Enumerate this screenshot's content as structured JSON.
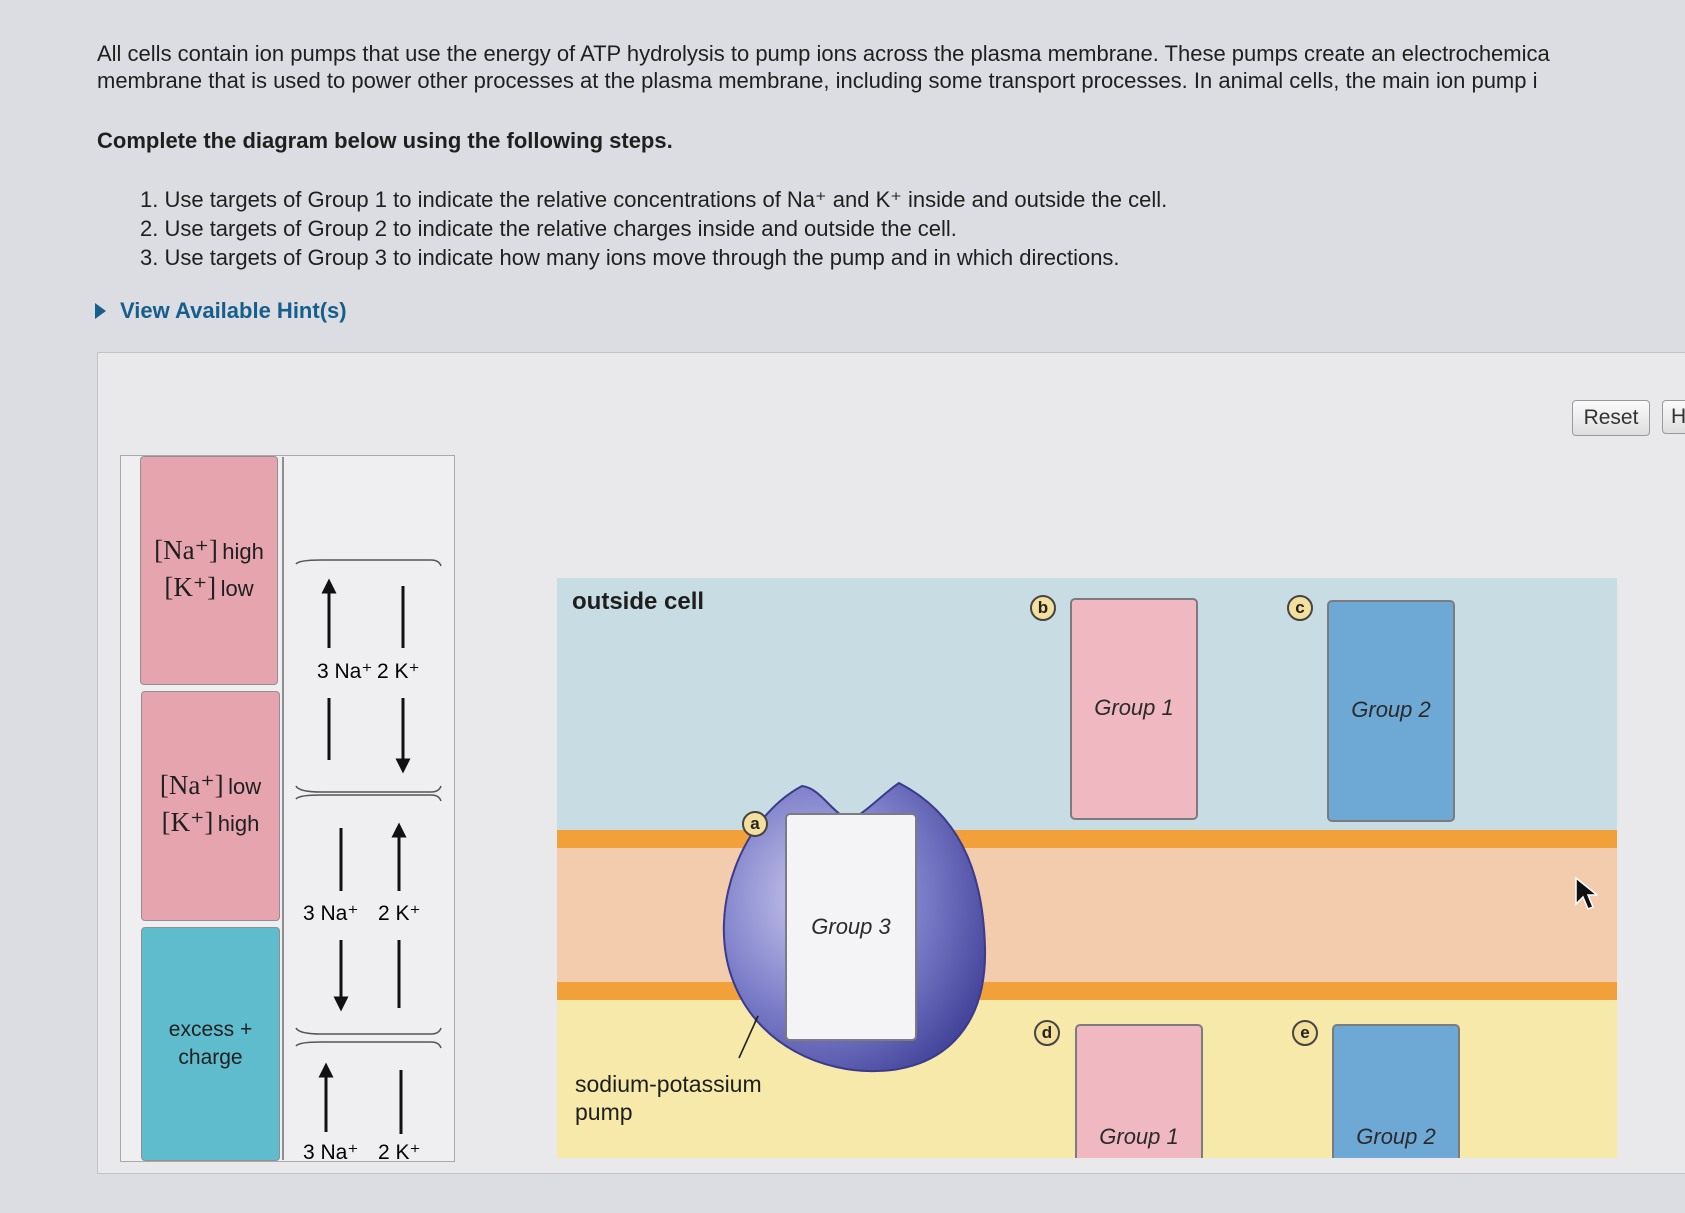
{
  "intro": {
    "line1": "All cells contain ion pumps that use the energy of ATP hydrolysis to pump ions across the plasma membrane. These pumps create an electrochemica",
    "line2": "membrane that is used to power other processes at the plasma membrane, including some transport processes. In animal cells, the main ion pump i"
  },
  "instructions": {
    "heading": "Complete the diagram below using the following steps.",
    "steps": [
      "1. Use targets of Group 1 to indicate the relative concentrations of Na⁺ and K⁺ inside and outside the cell.",
      "2. Use targets of Group 2 to indicate the relative charges inside and outside the cell.",
      "3. Use targets of Group 3 to indicate how many ions move through the pump and in which directions."
    ]
  },
  "hint": {
    "label": "View Available Hint(s)"
  },
  "toolbar": {
    "reset_label": "Reset",
    "help_label": "H"
  },
  "tray": {
    "cards": [
      {
        "ion1": "[Na⁺]",
        "level1": "high",
        "ion2": "[K⁺]",
        "level2": "low"
      },
      {
        "ion1": "[Na⁺]",
        "level1": "low",
        "ion2": "[K⁺]",
        "level2": "high"
      },
      {
        "text1": "excess +",
        "text2": "charge"
      }
    ],
    "arrow_cards": [
      {
        "left": "3 Na⁺",
        "right": "2 K⁺"
      },
      {
        "left": "3 Na⁺",
        "right": "2 K⁺"
      },
      {
        "left": "3 Na⁺",
        "right": "2 K⁺"
      }
    ]
  },
  "diagram": {
    "outside_label": "outside cell",
    "pump_label_line1": "sodium-potassium",
    "pump_label_line2": "pump",
    "targets": [
      {
        "letter": "a",
        "group": "Group 3"
      },
      {
        "letter": "b",
        "group": "Group 1"
      },
      {
        "letter": "c",
        "group": "Group 2"
      },
      {
        "letter": "d",
        "group": "Group 1"
      },
      {
        "letter": "e",
        "group": "Group 2"
      }
    ],
    "colors": {
      "outside": "#c8dde3",
      "membrane": "#f3ccae",
      "membrane_edge": "#f2a13a",
      "inside": "#f6e9a9",
      "pump": "#5a5bb0"
    }
  }
}
